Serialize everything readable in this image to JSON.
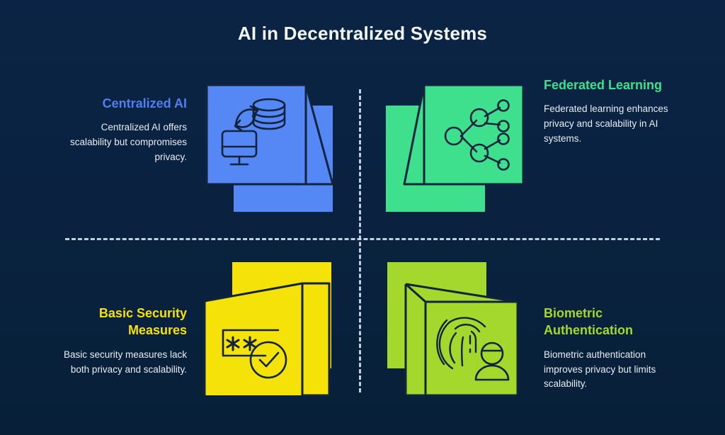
{
  "title": "AI in Decentralized Systems",
  "theme": {
    "background": "#0a2240",
    "title_color": "#f2f7fc",
    "divider_color": "#cfe0ef",
    "stroke_color": "#12243d"
  },
  "quadrants": [
    {
      "id": "centralized-ai",
      "position": "top-left",
      "heading": "Centralized AI",
      "body": "Centralized AI offers scalability but compromises privacy.",
      "color": "#5588f5",
      "heading_color": "#4f7ff0",
      "icon": "server-monitor-sync-icon",
      "align": "right"
    },
    {
      "id": "federated-learning",
      "position": "top-right",
      "heading": "Federated Learning",
      "body": "Federated learning enhances privacy and scalability in AI systems.",
      "color": "#3ee08d",
      "heading_color": "#3ee08d",
      "icon": "network-graph-icon",
      "align": "left"
    },
    {
      "id": "basic-security-measures",
      "position": "bottom-left",
      "heading": "Basic Security Measures",
      "body": "Basic security measures lack both privacy and scalability.",
      "color": "#f5e209",
      "heading_color": "#f5e209",
      "icon": "password-check-icon",
      "align": "right"
    },
    {
      "id": "biometric-authentication",
      "position": "bottom-right",
      "heading": "Biometric Authentication",
      "body": "Biometric authentication improves privacy but limits scalability.",
      "color": "#a5d82c",
      "heading_color": "#a5d82c",
      "icon": "fingerprint-person-icon",
      "align": "left"
    }
  ]
}
